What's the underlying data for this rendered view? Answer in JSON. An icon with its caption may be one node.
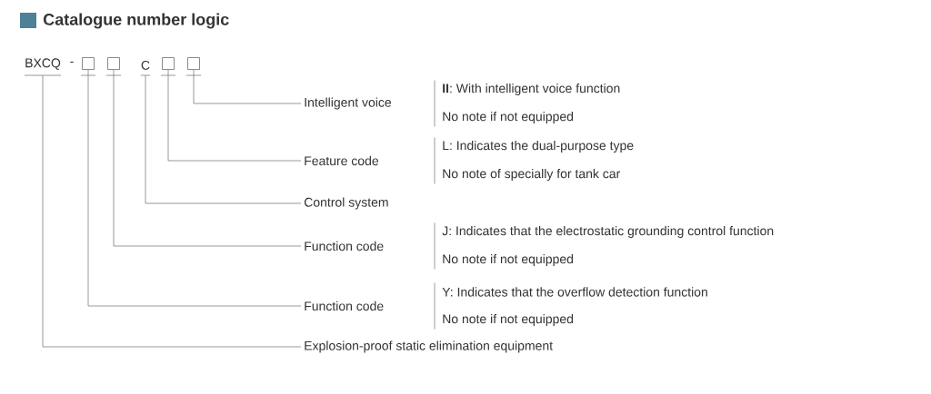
{
  "diagram": {
    "title": "Catalogue number logic",
    "nodes": [
      {
        "text": [
          "BXCQ"
        ]
      },
      {
        "text": [],
        "shape": "box"
      },
      {
        "text": [],
        "shape": "box"
      },
      {
        "text": [
          "C"
        ]
      },
      {
        "text": [],
        "shape": "box"
      },
      {
        "text": [],
        "shape": "box"
      },
      {
        "text": [
          "Intelligent voice"
        ],
        "beside": [
          "**II**: With intelligent voice function",
          "No note if not equipped"
        ]
      },
      {
        "text": [
          "Feature code"
        ],
        "beside": [
          "L: Indicates the dual-purpose type",
          "No note of specially for tank car"
        ]
      },
      {
        "text": [
          "Control system"
        ]
      },
      {
        "text": [
          "Function code"
        ],
        "beside": [
          "J: Indicates that the electrostatic grounding control function",
          "No note if not equipped"
        ]
      },
      {
        "text": [
          "Function code"
        ],
        "beside": [
          "Y: Indicates that the overflow detection function",
          "No note if not equipped"
        ]
      },
      {
        "text": [
          "Explosion-proof static elimination equipment"
        ]
      }
    ],
    "edges": [
      {
        "from": 5,
        "to": 6,
        "arrow": "none"
      },
      {
        "from": 4,
        "to": 7,
        "arrow": "none"
      },
      {
        "from": 3,
        "to": 8,
        "arrow": "none"
      },
      {
        "from": 2,
        "to": 9,
        "arrow": "none"
      },
      {
        "from": 1,
        "to": 10,
        "arrow": "none"
      },
      {
        "from": 0,
        "to": 11,
        "arrow": "none"
      }
    ],
    "labels": [
      "-"
    ]
  }
}
